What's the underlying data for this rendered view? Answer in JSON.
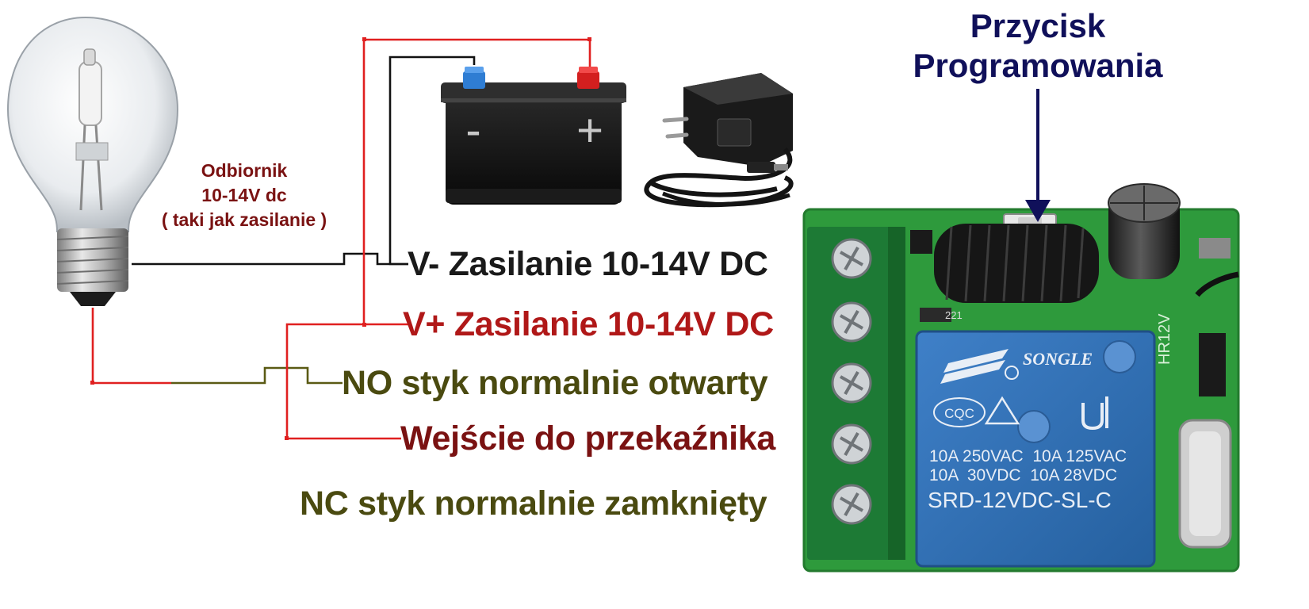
{
  "load_label": {
    "line1": "Odbiornik",
    "line2": "10-14V dc",
    "line3": "( taki jak zasilanie )"
  },
  "terminals": {
    "v_minus": "V- Zasilanie 10-14V DC",
    "v_plus": "V+ Zasilanie 10-14V DC",
    "no": "NO styk normalnie otwarty",
    "com": "Wejście do przekaźnika",
    "nc": "NC styk normalnie zamknięty"
  },
  "program_button": {
    "line1": "Przycisk",
    "line2": "Programowania"
  },
  "battery": {
    "minus": "-",
    "plus": "+"
  },
  "relay": {
    "brand": "SONGLE",
    "cqc": "CQC",
    "rating1": "10A 250VAC  10A 125VAC",
    "rating2": "10A  30VDC  10A 28VDC",
    "model": "SRD-12VDC-SL-C"
  },
  "pcb_marks": {
    "r221": "221",
    "hr": "HR12V"
  },
  "colors": {
    "wire_red": "#e02020",
    "wire_black": "#111111",
    "wire_olive": "#5a5a14",
    "label_dark": "#1a1a1a",
    "label_red": "#b01818",
    "label_olive": "#4a4a10",
    "label_brown": "#7a1212",
    "label_navy": "#10105a",
    "pcb_green": "#2e9a3c",
    "relay_blue": "#2f6fb8"
  },
  "icons": [
    "light-bulb-icon",
    "car-battery-icon",
    "power-adapter-icon",
    "relay-module-icon",
    "arrow-down-icon"
  ]
}
